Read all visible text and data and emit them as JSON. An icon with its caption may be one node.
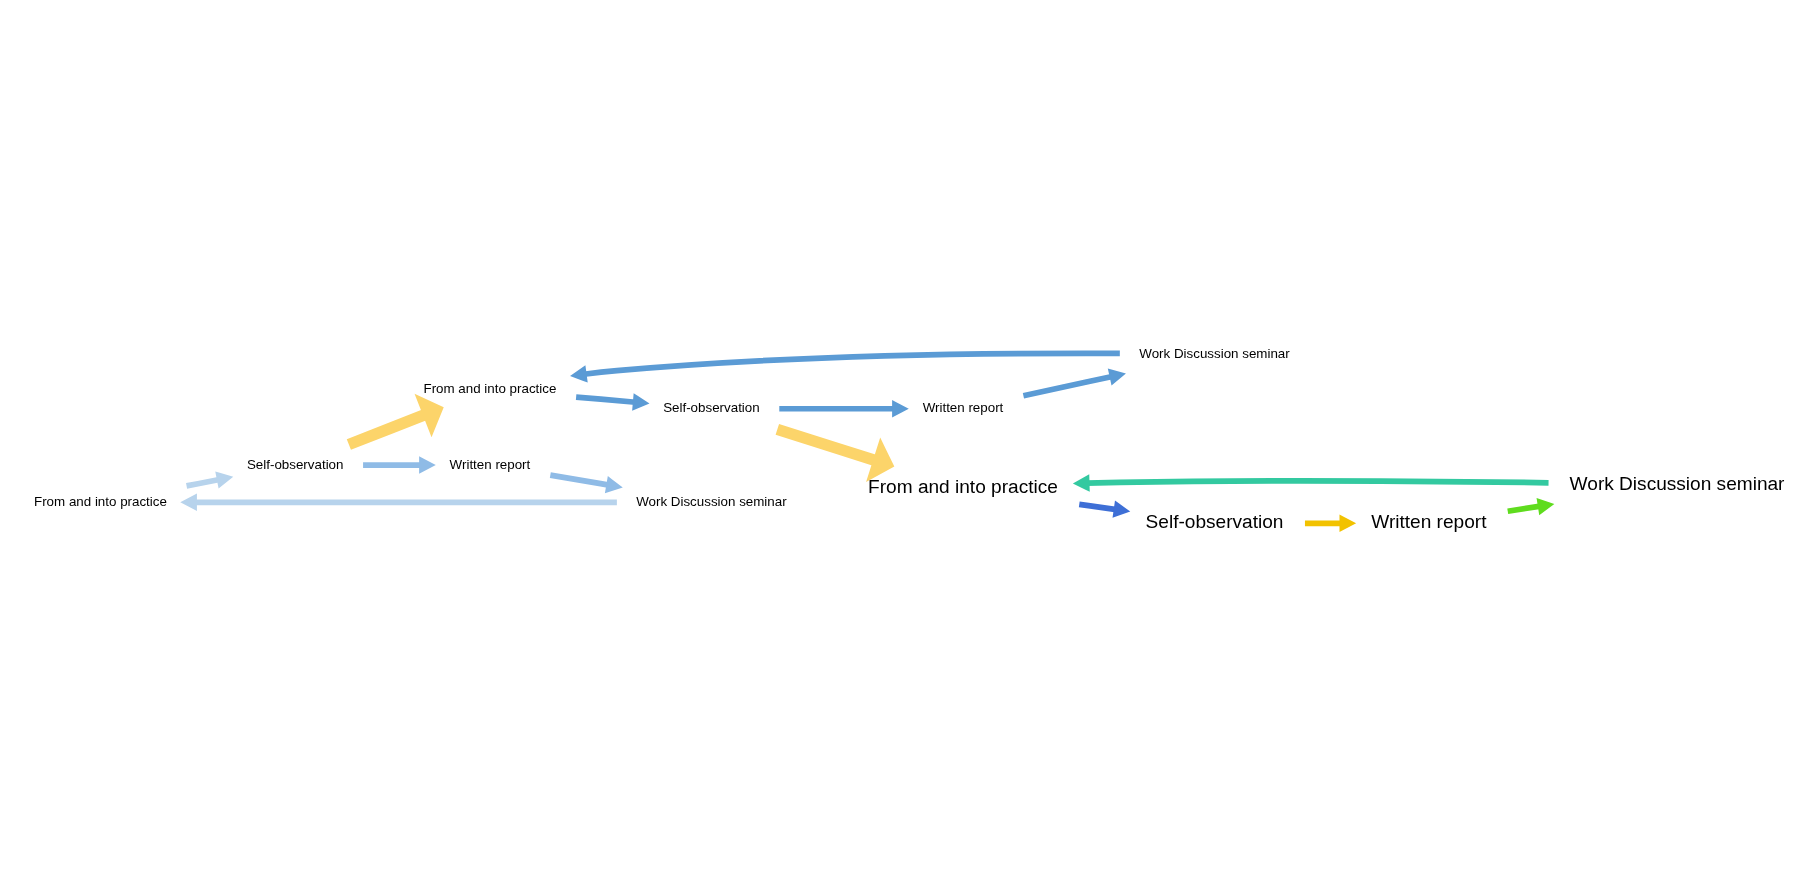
{
  "diagram": {
    "nodes": [
      {
        "text": [
          "From and into practice"
        ]
      },
      {
        "text": [
          "Self-observation"
        ]
      },
      {
        "text": [
          "Written report"
        ]
      },
      {
        "text": [
          "Work Discussion seminar"
        ]
      },
      {
        "text": [
          "From and into practice"
        ]
      },
      {
        "text": [
          "Self-observation"
        ]
      },
      {
        "text": [
          "Written report"
        ]
      },
      {
        "text": [
          "Work Discussion seminar"
        ]
      },
      {
        "text": [
          "From and into practice"
        ]
      },
      {
        "text": [
          "Self-observation"
        ]
      },
      {
        "text": [
          "Written report"
        ]
      },
      {
        "text": [
          "Work Discussion seminar"
        ]
      }
    ],
    "edges": [
      {
        "from": 0,
        "to": 1,
        "arrow": "to",
        "color": "#b7d3ec"
      },
      {
        "from": 1,
        "to": 2,
        "arrow": "to",
        "color": "#8fbbe6"
      },
      {
        "from": 2,
        "to": 3,
        "arrow": "to",
        "color": "#8fbbe6"
      },
      {
        "from": 3,
        "to": 0,
        "arrow": "to",
        "color": "#b7d3ec"
      },
      {
        "from": 1,
        "to": 4,
        "arrow": "to",
        "style": "thick",
        "color": "#fcd46a"
      },
      {
        "from": 4,
        "to": 5,
        "arrow": "to"
      },
      {
        "from": 5,
        "to": 6,
        "arrow": "to"
      },
      {
        "from": 6,
        "to": 7,
        "arrow": "to"
      },
      {
        "from": 7,
        "to": 4,
        "arrow": "to"
      },
      {
        "from": 5,
        "to": 8,
        "arrow": "to",
        "style": "thick",
        "color": "#fcd46a"
      },
      {
        "from": 8,
        "to": 9,
        "arrow": "to",
        "color": "#3e6fd6"
      },
      {
        "from": 9,
        "to": 10,
        "arrow": "to",
        "color": "#f2c200"
      },
      {
        "from": 10,
        "to": 11,
        "arrow": "to",
        "color": "#5fdc1e"
      },
      {
        "from": 11,
        "to": 8,
        "arrow": "to",
        "color": "#33c9a0"
      }
    ]
  }
}
